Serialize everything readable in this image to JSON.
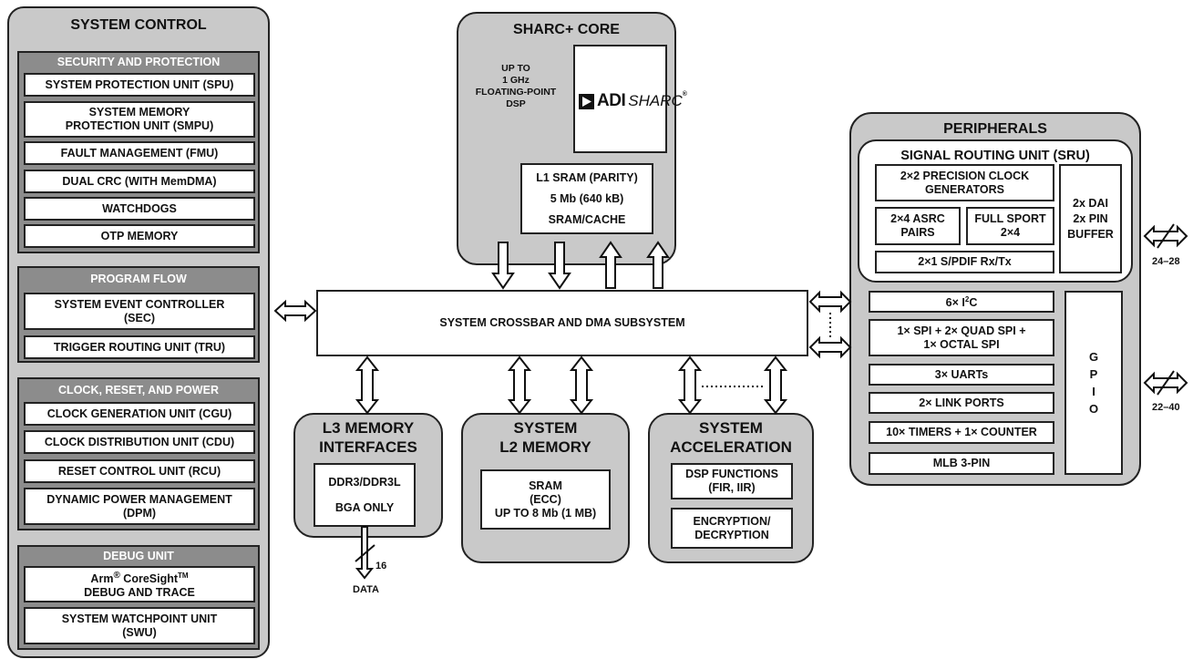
{
  "system_control": {
    "title": "SYSTEM CONTROL",
    "security": {
      "title": "SECURITY AND PROTECTION",
      "items": [
        "SYSTEM PROTECTION UNIT (SPU)",
        "SYSTEM MEMORY",
        "PROTECTION UNIT (SMPU)",
        "FAULT MANAGEMENT (FMU)",
        "DUAL CRC (WITH MemDMA)",
        "WATCHDOGS",
        "OTP MEMORY"
      ]
    },
    "program_flow": {
      "title": "PROGRAM FLOW",
      "items": [
        "SYSTEM EVENT CONTROLLER",
        "(SEC)",
        "TRIGGER ROUTING UNIT (TRU)"
      ]
    },
    "clock": {
      "title": "CLOCK, RESET, AND POWER",
      "items": [
        "CLOCK GENERATION UNIT (CGU)",
        "CLOCK DISTRIBUTION UNIT (CDU)",
        "RESET CONTROL UNIT (RCU)",
        "DYNAMIC POWER MANAGEMENT",
        "(DPM)"
      ]
    },
    "debug": {
      "title": "DEBUG UNIT",
      "items": [
        "Arm",
        "®",
        " CoreSight",
        "TM",
        "DEBUG AND TRACE",
        "SYSTEM WATCHPOINT UNIT",
        "(SWU)"
      ]
    }
  },
  "core": {
    "title": "SHARC+ CORE",
    "spec": [
      "UP TO",
      "1 GHz",
      "FLOATING-POINT",
      "DSP"
    ],
    "logo": {
      "brand": "ADI",
      "product": "SHARC",
      "mark": "®"
    },
    "l1": [
      "L1 SRAM (PARITY)",
      "5 Mb (640 kB)",
      "SRAM/CACHE"
    ]
  },
  "crossbar": "SYSTEM CROSSBAR AND DMA SUBSYSTEM",
  "l3": {
    "title": [
      "L3 MEMORY",
      "INTERFACES"
    ],
    "box": [
      "DDR3/DDR3L",
      "BGA ONLY"
    ],
    "bus_width": "16",
    "bus_label": "DATA"
  },
  "l2": {
    "title": [
      "SYSTEM",
      "L2 MEMORY"
    ],
    "box": [
      "SRAM",
      "(ECC)",
      "UP TO 8 Mb (1 MB)"
    ]
  },
  "accel": {
    "title": [
      "SYSTEM",
      "ACCELERATION"
    ],
    "dsp": [
      "DSP FUNCTIONS",
      "(FIR, IIR)"
    ],
    "crypto": [
      "ENCRYPTION/",
      "DECRYPTION"
    ]
  },
  "peripherals": {
    "title": "PERIPHERALS",
    "sru": {
      "title": "SIGNAL ROUTING UNIT (SRU)",
      "pcg": [
        "2×2 PRECISION CLOCK",
        "GENERATORS"
      ],
      "asrc": [
        "2×4 ASRC",
        "PAIRS"
      ],
      "sport": [
        "FULL SPORT",
        "2×4"
      ],
      "spdif": "2×1 S/PDIF Rx/Tx",
      "dai": [
        "2x DAI",
        "2x PIN",
        "BUFFER"
      ]
    },
    "i2c": {
      "prefix": "6× I",
      "sup": "2",
      "suffix": "C"
    },
    "spi": [
      "1× SPI + 2× QUAD SPI +",
      "1× OCTAL SPI"
    ],
    "uarts": "3× UARTs",
    "link": "2× LINK PORTS",
    "timers": "10× TIMERS + 1× COUNTER",
    "mlb": "MLB 3-PIN",
    "gpio": [
      "G",
      "P",
      "I",
      "O"
    ],
    "dai_pins": "24–28",
    "gpio_pins": "22–40"
  }
}
